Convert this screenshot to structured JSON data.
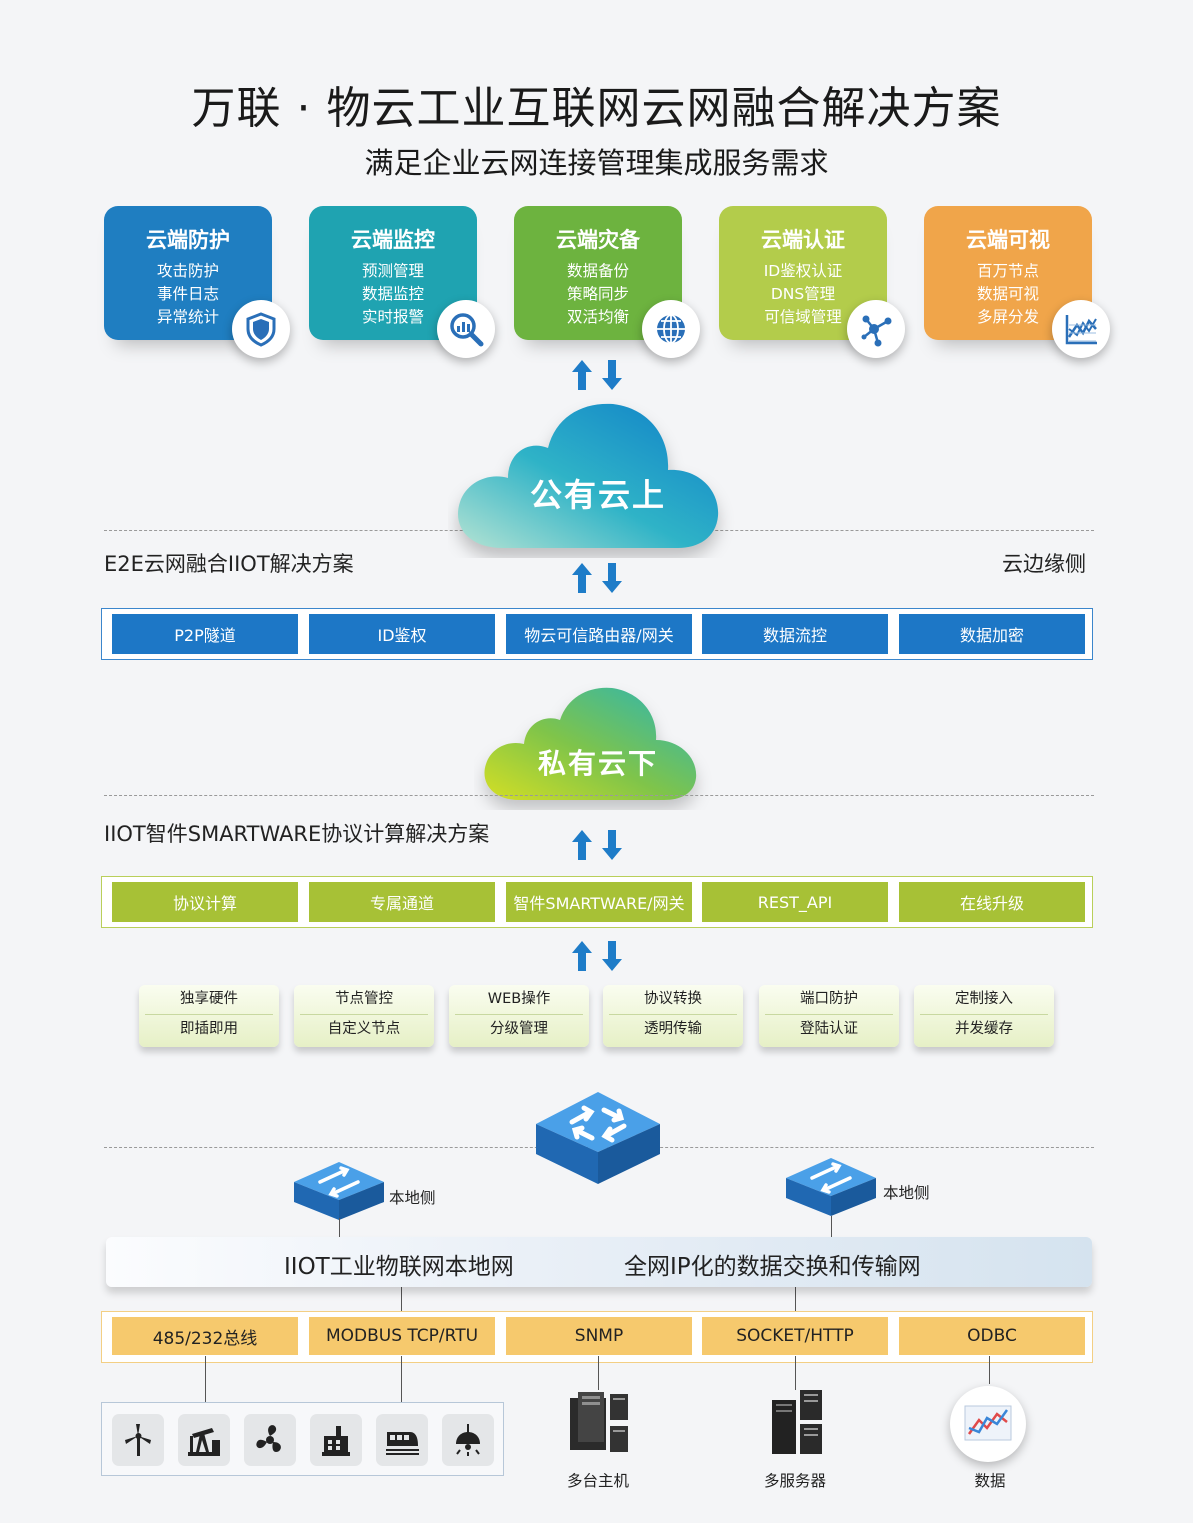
{
  "header": {
    "title": "万联 · 物云工业互联网云网融合解决方案",
    "subtitle": "满足企业云网连接管理集成服务需求"
  },
  "cloud_cards": [
    {
      "title": "云端防护",
      "lines": [
        "攻击防护",
        "事件日志",
        "异常统计"
      ],
      "color": "#1f7ec1",
      "icon": "shield-icon"
    },
    {
      "title": "云端监控",
      "lines": [
        "预测管理",
        "数据监控",
        "实时报警"
      ],
      "color": "#1fa3b1",
      "icon": "magnifier-chart-icon"
    },
    {
      "title": "云端灾备",
      "lines": [
        "数据备份",
        "策略同步",
        "双活均衡"
      ],
      "color": "#6db33f",
      "icon": "globe-icon"
    },
    {
      "title": "云端认证",
      "lines": [
        "ID鉴权认证",
        "DNS管理",
        "可信域管理"
      ],
      "color": "#b3cc4b",
      "icon": "network-node-icon"
    },
    {
      "title": "云端可视",
      "lines": [
        "百万节点",
        "数据可视",
        "多屏分发"
      ],
      "color": "#f0a54a",
      "icon": "line-chart-icon"
    }
  ],
  "public_cloud": {
    "label": "公有云上"
  },
  "e2e": {
    "left_label": "E2E云网融合IIOT解决方案",
    "right_label": "云边缘侧",
    "items": [
      "P2P隧道",
      "ID鉴权",
      "物云可信路由器/网关",
      "数据流控",
      "数据加密"
    ],
    "color": "#1d77c6"
  },
  "private_cloud": {
    "label": "私有云下"
  },
  "smartware": {
    "label": "IIOT智件SMARTWARE协议计算解决方案",
    "items": [
      "协议计算",
      "专属通道",
      "智件SMARTWARE/网关",
      "REST_API",
      "在线升级"
    ],
    "color": "#a7c136"
  },
  "features": [
    [
      "独享硬件",
      "即插即用"
    ],
    [
      "节点管控",
      "自定义节点"
    ],
    [
      "WEB操作",
      "分级管理"
    ],
    [
      "协议转换",
      "透明传输"
    ],
    [
      "端口防护",
      "登陆认证"
    ],
    [
      "定制接入",
      "并发缓存"
    ]
  ],
  "local": {
    "left_switch_label": "本地侧",
    "right_switch_label": "本地侧",
    "network_left": "IIOT工业物联网本地网",
    "network_right": "全网IP化的数据交换和传输网"
  },
  "protocols": [
    "485/232总线",
    "MODBUS TCP/RTU",
    "SNMP",
    "SOCKET/HTTP",
    "ODBC"
  ],
  "devices": {
    "industrial_icons": [
      "wind-turbine-icon",
      "oil-pump-icon",
      "fan-icon",
      "factory-icon",
      "train-icon",
      "lamp-icon"
    ],
    "hosts_label": "多台主机",
    "servers_label": "多服务器",
    "data_label": "数据"
  }
}
